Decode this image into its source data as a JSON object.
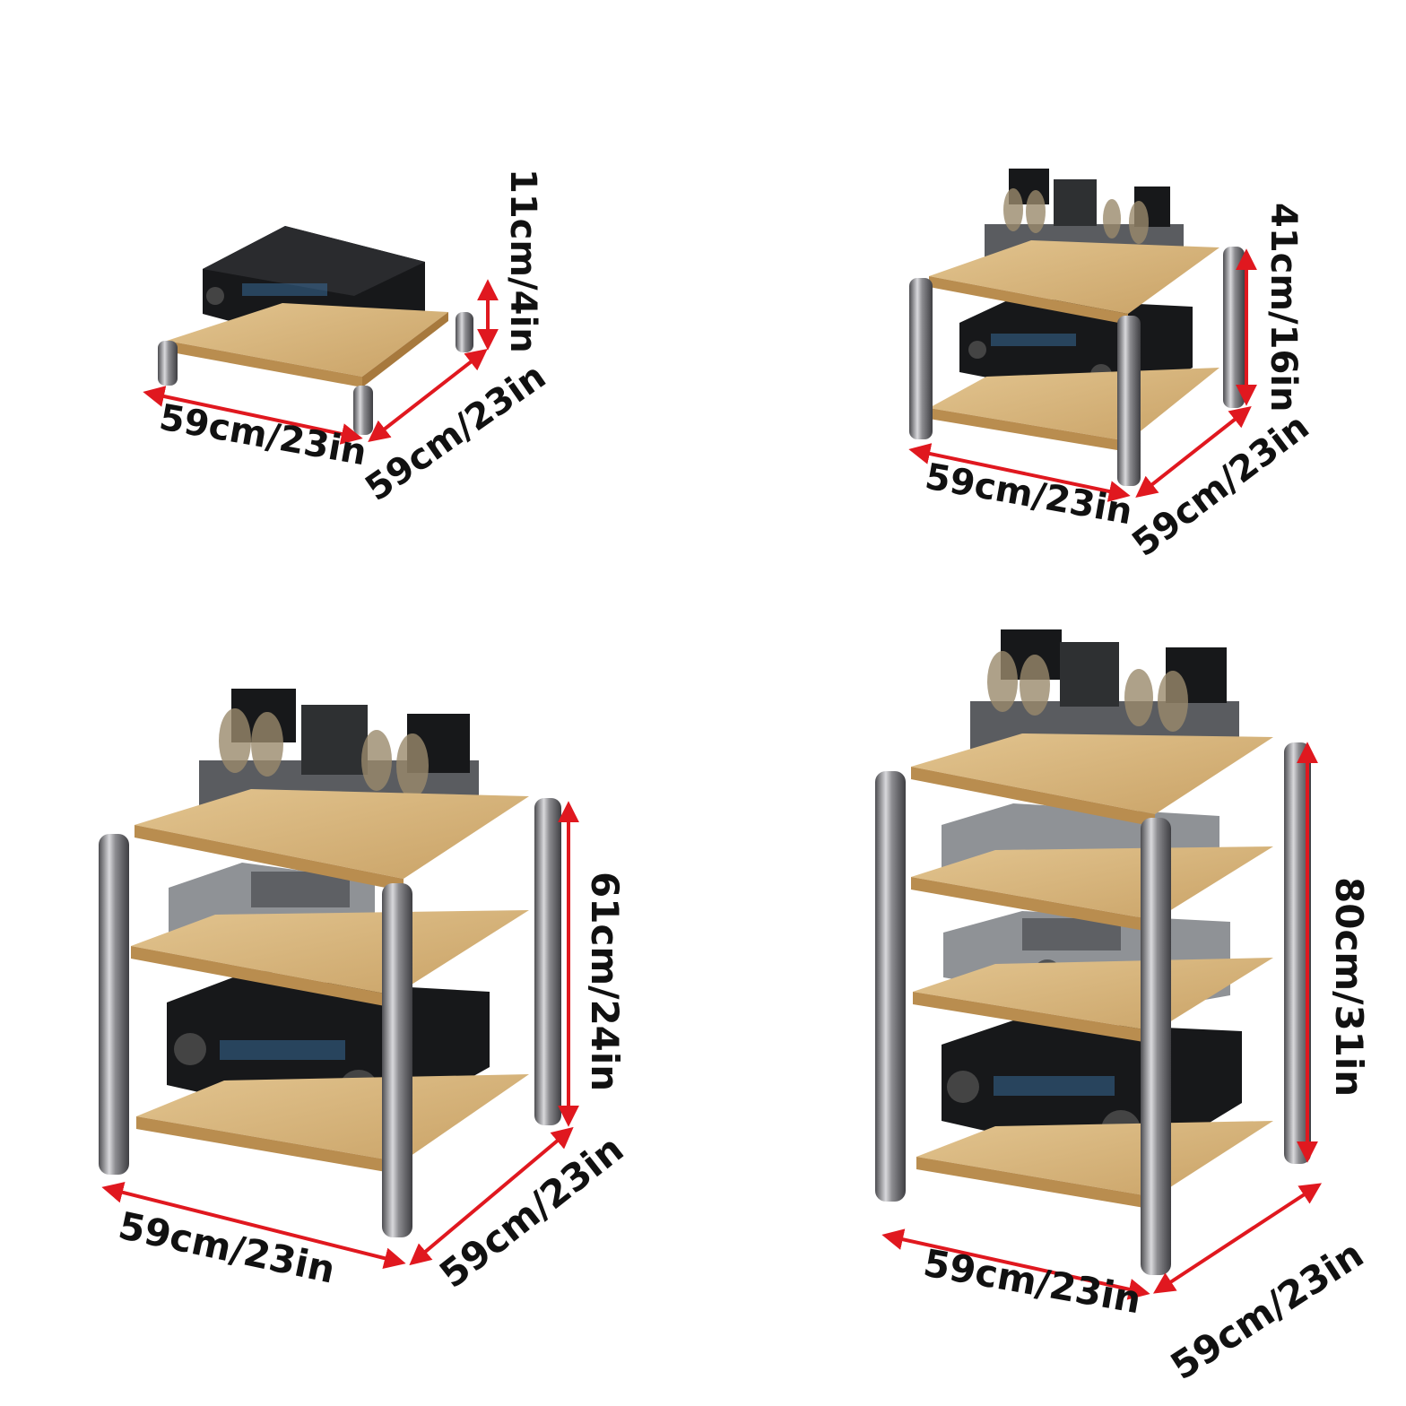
{
  "colors": {
    "background": "#ffffff",
    "dimension_arrow": "#e0181f",
    "dimension_text": "#111111",
    "shelf_wood": "#d7b47a",
    "shelf_edge": "#b98d4f",
    "pillar_chrome": "#8a8a8e",
    "receiver_black": "#17181a",
    "amp_silver": "#8f9296"
  },
  "racks": [
    {
      "tiers": 1,
      "width_label": "59cm/23in",
      "depth_label": "59cm/23in",
      "height_label": "11cm/4in"
    },
    {
      "tiers": 2,
      "width_label": "59cm/23in",
      "depth_label": "59cm/23in",
      "height_label": "41cm/16in"
    },
    {
      "tiers": 3,
      "width_label": "59cm/23in",
      "depth_label": "59cm/23in",
      "height_label": "61cm/24in"
    },
    {
      "tiers": 4,
      "width_label": "59cm/23in",
      "depth_label": "59cm/23in",
      "height_label": "80cm/31in"
    }
  ]
}
